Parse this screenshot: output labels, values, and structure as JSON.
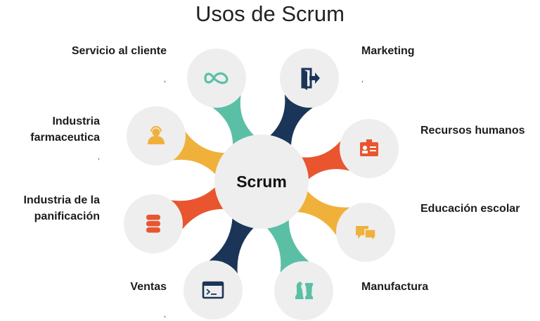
{
  "title": "Usos de Scrum",
  "center": "Scrum",
  "colors": {
    "teal": "#5bbfa6",
    "navy": "#1b3558",
    "yellow": "#f0b13b",
    "orange": "#e9552f",
    "circle": "#eeeeee"
  },
  "nodes": [
    {
      "id": "servicio",
      "label": "Servicio al cliente",
      "icon": "infinity-icon",
      "color": "teal",
      "mark": ","
    },
    {
      "id": "marketing",
      "label": "Marketing",
      "icon": "exit-icon",
      "color": "navy",
      "mark": ","
    },
    {
      "id": "farmaceutica",
      "label": "Industria farmaceutica",
      "icon": "support-agent-icon",
      "color": "yellow",
      "mark": ","
    },
    {
      "id": "rrhh",
      "label": "Recursos humanos",
      "icon": "id-card-icon",
      "color": "orange",
      "mark": ""
    },
    {
      "id": "panificacion",
      "label": "Industria de la panificación",
      "icon": "database-icon",
      "color": "orange",
      "mark": ""
    },
    {
      "id": "educacion",
      "label": "Educación escolar",
      "icon": "chat-bubbles-icon",
      "color": "yellow",
      "mark": ""
    },
    {
      "id": "ventas",
      "label": "Ventas",
      "icon": "terminal-window-icon",
      "color": "navy",
      "mark": ","
    },
    {
      "id": "manufactura",
      "label": "Manufactura",
      "icon": "chess-pieces-icon",
      "color": "teal",
      "mark": ""
    }
  ]
}
